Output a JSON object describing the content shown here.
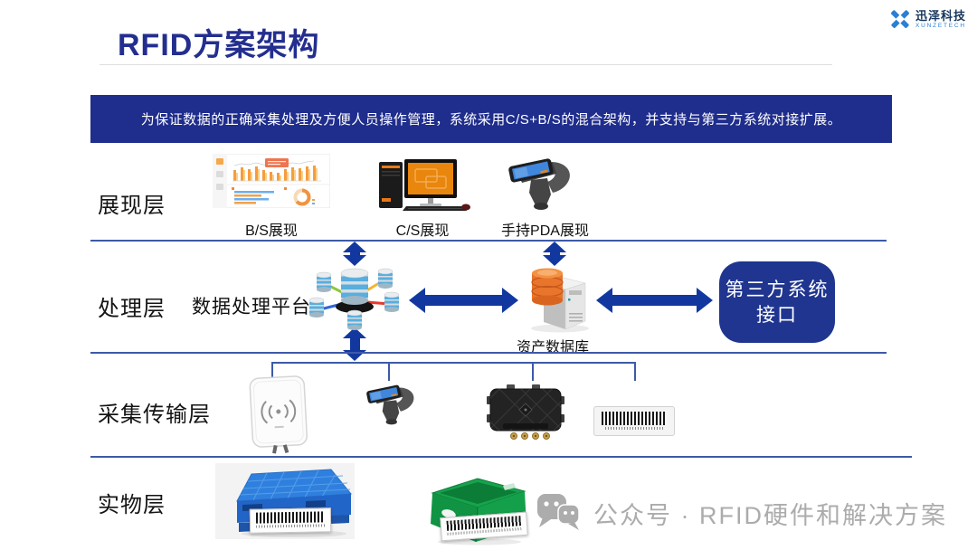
{
  "header": {
    "title": "RFID方案架构",
    "logo": {
      "name": "迅泽科技",
      "sub": "XUNZETECH"
    }
  },
  "banner": {
    "text": "为保证数据的正确采集处理及方便人员操作管理，系统采用C/S+B/S的混合架构，并支持与第三方系统对接扩展。"
  },
  "layers": {
    "presentation": {
      "label": "展现层",
      "items": [
        {
          "caption": "B/S展现"
        },
        {
          "caption": "C/S展现"
        },
        {
          "caption": "手持PDA展现"
        }
      ]
    },
    "processing": {
      "label": "处理层",
      "platform": "数据处理平台",
      "database": "资产数据库",
      "third_party_line1": "第三方系统",
      "third_party_line2": "接口"
    },
    "collection": {
      "label": "采集传输层"
    },
    "physical": {
      "label": "实物层"
    }
  },
  "watermark": {
    "text": "公众号 · RFID硬件和解决方案"
  },
  "colors": {
    "title": "#232E8F",
    "banner_bg": "#1F2D8C",
    "arrow": "#1238A0",
    "separator": "#3D5AA9",
    "box_bg": "#1F3590",
    "watermark": "#ACACAC",
    "logo_blue": "#2B7FD4"
  }
}
